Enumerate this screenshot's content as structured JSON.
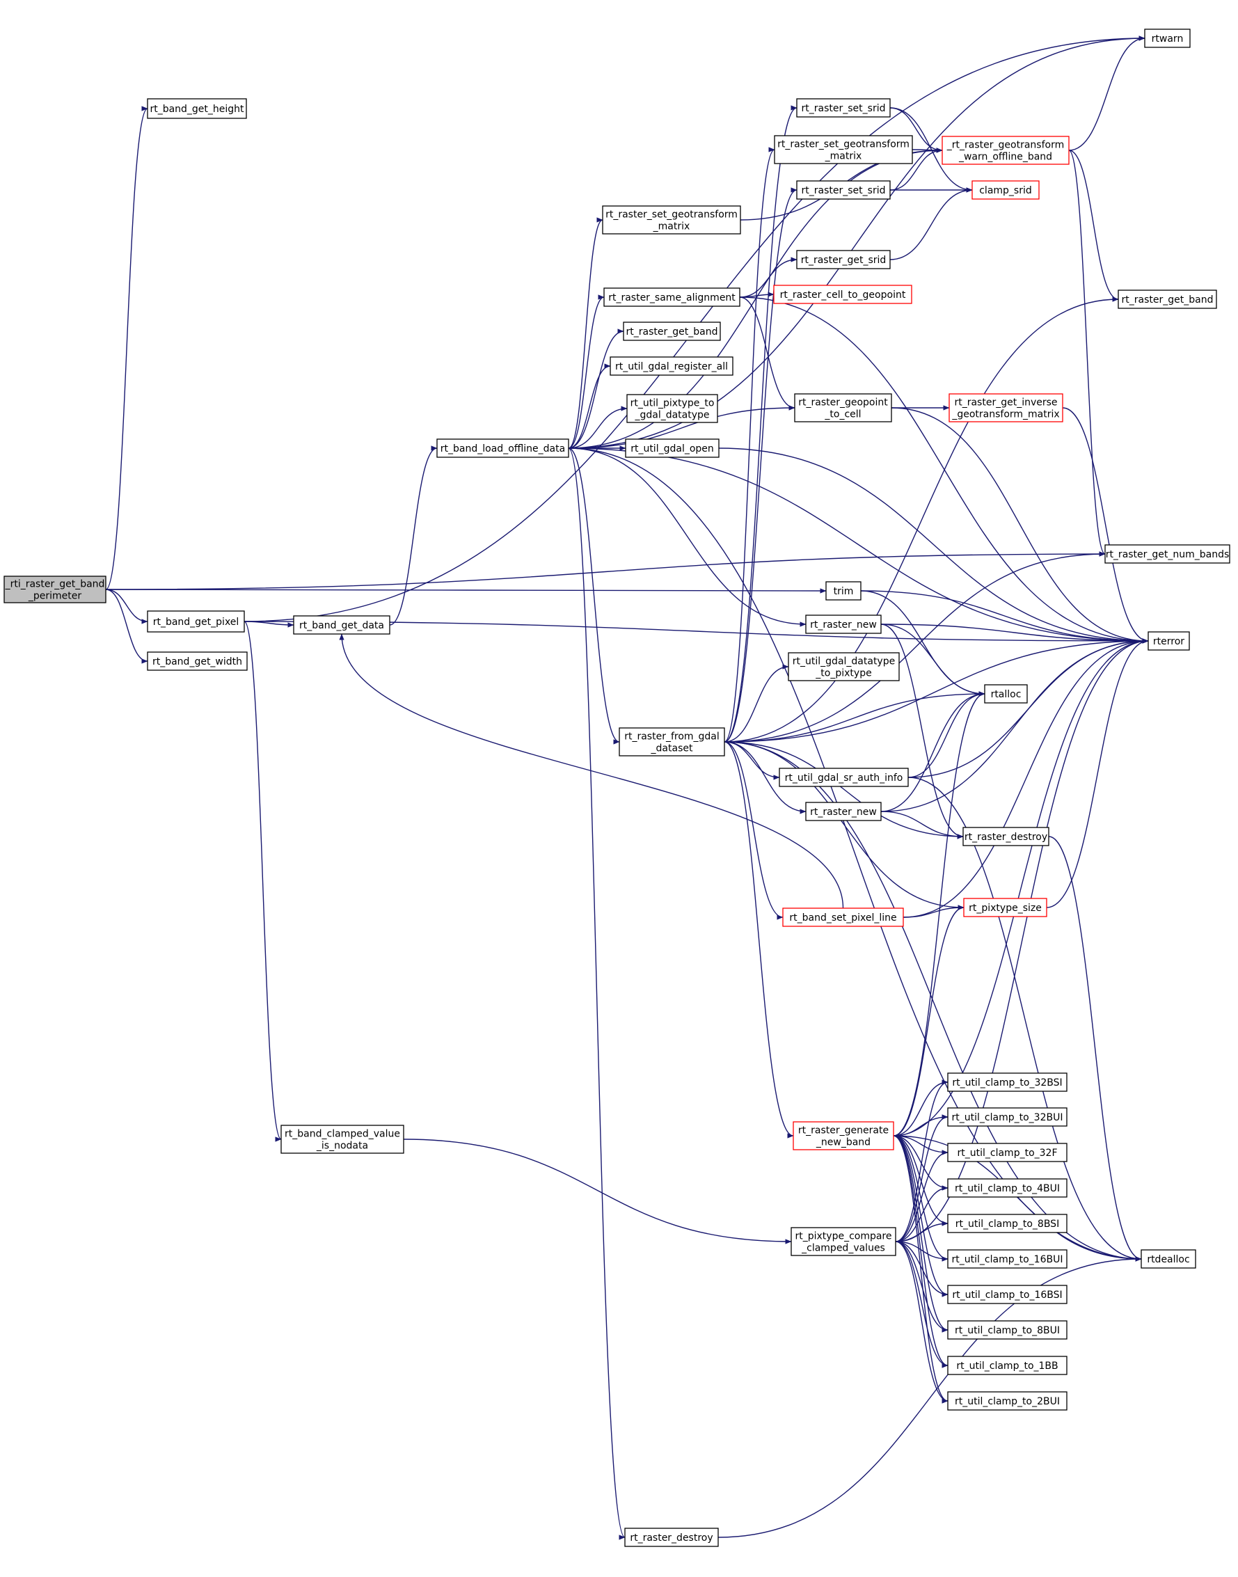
{
  "colors": {
    "edge": "#191970",
    "root_fill": "#bfbfbf",
    "node_border": "#000000",
    "truncated_border": "#ff0000",
    "background": "#ffffff"
  },
  "nodes": [
    {
      "id": "root",
      "lines": [
        "_rti_raster_get_band",
        "_perimeter"
      ],
      "root": true
    },
    {
      "id": "height",
      "lines": [
        "rt_band_get_height"
      ]
    },
    {
      "id": "pixel",
      "lines": [
        "rt_band_get_pixel"
      ]
    },
    {
      "id": "width",
      "lines": [
        "rt_band_get_width"
      ]
    },
    {
      "id": "getdata",
      "lines": [
        "rt_band_get_data"
      ]
    },
    {
      "id": "clampnodata",
      "lines": [
        "rt_band_clamped_value",
        "_is_nodata"
      ]
    },
    {
      "id": "loadoffline",
      "lines": [
        "rt_band_load_offline_data"
      ]
    },
    {
      "id": "setgeo1",
      "lines": [
        "rt_raster_set_geotransform",
        "_matrix"
      ]
    },
    {
      "id": "samealign",
      "lines": [
        "rt_raster_same_alignment"
      ]
    },
    {
      "id": "getband1",
      "lines": [
        "rt_raster_get_band"
      ]
    },
    {
      "id": "gdalreg",
      "lines": [
        "rt_util_gdal_register_all"
      ]
    },
    {
      "id": "pixtogdal",
      "lines": [
        "rt_util_pixtype_to",
        "_gdal_datatype"
      ]
    },
    {
      "id": "gdalopen",
      "lines": [
        "rt_util_gdal_open"
      ]
    },
    {
      "id": "fromgdal",
      "lines": [
        "rt_raster_from_gdal",
        "_dataset"
      ]
    },
    {
      "id": "destroy1",
      "lines": [
        "rt_raster_destroy"
      ]
    },
    {
      "id": "setsrid1",
      "lines": [
        "rt_raster_set_srid"
      ]
    },
    {
      "id": "setgeo2",
      "lines": [
        "rt_raster_set_geotransform",
        "_matrix"
      ]
    },
    {
      "id": "setsrid2",
      "lines": [
        "rt_raster_set_srid"
      ]
    },
    {
      "id": "getsrid",
      "lines": [
        "rt_raster_get_srid"
      ]
    },
    {
      "id": "celltogeo",
      "lines": [
        "rt_raster_cell_to_geopoint"
      ],
      "truncated": true
    },
    {
      "id": "geotocell",
      "lines": [
        "rt_raster_geopoint",
        "_to_cell"
      ]
    },
    {
      "id": "rasternew1",
      "lines": [
        "rt_raster_new"
      ]
    },
    {
      "id": "datatopix",
      "lines": [
        "rt_util_gdal_datatype",
        "_to_pixtype"
      ]
    },
    {
      "id": "srauth",
      "lines": [
        "rt_util_gdal_sr_auth_info"
      ]
    },
    {
      "id": "rasternew2",
      "lines": [
        "rt_raster_new"
      ]
    },
    {
      "id": "setpixline",
      "lines": [
        "rt_band_set_pixel_line"
      ],
      "truncated": true
    },
    {
      "id": "gennewband",
      "lines": [
        "rt_raster_generate",
        "_new_band"
      ],
      "truncated": true
    },
    {
      "id": "compareclamp",
      "lines": [
        "rt_pixtype_compare",
        "_clamped_values"
      ]
    },
    {
      "id": "trim",
      "lines": [
        "trim"
      ]
    },
    {
      "id": "geowarn",
      "lines": [
        "_rt_raster_geotransform",
        "_warn_offline_band"
      ],
      "truncated": true
    },
    {
      "id": "clampsrid",
      "lines": [
        "clamp_srid"
      ],
      "truncated": true
    },
    {
      "id": "invgeo",
      "lines": [
        "rt_raster_get_inverse",
        "_geotransform_matrix"
      ],
      "truncated": true
    },
    {
      "id": "rtalloc",
      "lines": [
        "rtalloc"
      ]
    },
    {
      "id": "destroy2",
      "lines": [
        "rt_raster_destroy"
      ]
    },
    {
      "id": "pixsize",
      "lines": [
        "rt_pixtype_size"
      ],
      "truncated": true
    },
    {
      "id": "c32bsi",
      "lines": [
        "rt_util_clamp_to_32BSI"
      ]
    },
    {
      "id": "c32bui",
      "lines": [
        "rt_util_clamp_to_32BUI"
      ]
    },
    {
      "id": "c32f",
      "lines": [
        "rt_util_clamp_to_32F"
      ]
    },
    {
      "id": "c4bui",
      "lines": [
        "rt_util_clamp_to_4BUI"
      ]
    },
    {
      "id": "c8bsi",
      "lines": [
        "rt_util_clamp_to_8BSI"
      ]
    },
    {
      "id": "c16bui",
      "lines": [
        "rt_util_clamp_to_16BUI"
      ]
    },
    {
      "id": "c16bsi",
      "lines": [
        "rt_util_clamp_to_16BSI"
      ]
    },
    {
      "id": "c8bui",
      "lines": [
        "rt_util_clamp_to_8BUI"
      ]
    },
    {
      "id": "c1bb",
      "lines": [
        "rt_util_clamp_to_1BB"
      ]
    },
    {
      "id": "c2bui",
      "lines": [
        "rt_util_clamp_to_2BUI"
      ]
    },
    {
      "id": "rtwarn",
      "lines": [
        "rtwarn"
      ]
    },
    {
      "id": "getband2",
      "lines": [
        "rt_raster_get_band"
      ]
    },
    {
      "id": "numbands",
      "lines": [
        "rt_raster_get_num_bands"
      ]
    },
    {
      "id": "rterror",
      "lines": [
        "rterror"
      ]
    },
    {
      "id": "rtdealloc",
      "lines": [
        "rtdealloc"
      ]
    }
  ],
  "edges": [
    [
      "root",
      "height"
    ],
    [
      "root",
      "pixel"
    ],
    [
      "root",
      "width"
    ],
    [
      "root",
      "trim"
    ],
    [
      "root",
      "numbands"
    ],
    [
      "pixel",
      "getdata"
    ],
    [
      "pixel",
      "clampnodata"
    ],
    [
      "pixel",
      "rtwarn"
    ],
    [
      "pixel",
      "rterror"
    ],
    [
      "getdata",
      "loadoffline"
    ],
    [
      "clampnodata",
      "compareclamp"
    ],
    [
      "loadoffline",
      "setgeo1"
    ],
    [
      "loadoffline",
      "samealign"
    ],
    [
      "loadoffline",
      "getband1"
    ],
    [
      "loadoffline",
      "gdalreg"
    ],
    [
      "loadoffline",
      "pixtogdal"
    ],
    [
      "loadoffline",
      "gdalopen"
    ],
    [
      "loadoffline",
      "fromgdal"
    ],
    [
      "loadoffline",
      "destroy1"
    ],
    [
      "loadoffline",
      "geotocell"
    ],
    [
      "loadoffline",
      "rasternew1"
    ],
    [
      "loadoffline",
      "geowarn"
    ],
    [
      "loadoffline",
      "rtwarn"
    ],
    [
      "loadoffline",
      "rterror"
    ],
    [
      "loadoffline",
      "rtdealloc"
    ],
    [
      "setgeo1",
      "geowarn"
    ],
    [
      "samealign",
      "getsrid"
    ],
    [
      "samealign",
      "celltogeo"
    ],
    [
      "samealign",
      "geotocell"
    ],
    [
      "samealign",
      "rterror"
    ],
    [
      "gdalopen",
      "rterror"
    ],
    [
      "fromgdal",
      "setsrid1"
    ],
    [
      "fromgdal",
      "setgeo2"
    ],
    [
      "fromgdal",
      "setsrid2"
    ],
    [
      "fromgdal",
      "datatopix"
    ],
    [
      "fromgdal",
      "srauth"
    ],
    [
      "fromgdal",
      "rasternew2"
    ],
    [
      "fromgdal",
      "setpixline"
    ],
    [
      "fromgdal",
      "gennewband"
    ],
    [
      "fromgdal",
      "destroy2"
    ],
    [
      "fromgdal",
      "pixsize"
    ],
    [
      "fromgdal",
      "rtalloc"
    ],
    [
      "fromgdal",
      "rterror"
    ],
    [
      "fromgdal",
      "rtdealloc"
    ],
    [
      "fromgdal",
      "getband2"
    ],
    [
      "fromgdal",
      "numbands"
    ],
    [
      "destroy1",
      "rtdealloc"
    ],
    [
      "setsrid1",
      "geowarn"
    ],
    [
      "setsrid1",
      "clampsrid"
    ],
    [
      "setgeo2",
      "geowarn"
    ],
    [
      "setsrid2",
      "geowarn"
    ],
    [
      "setsrid2",
      "clampsrid"
    ],
    [
      "getsrid",
      "clampsrid"
    ],
    [
      "geotocell",
      "invgeo"
    ],
    [
      "geotocell",
      "rterror"
    ],
    [
      "rasternew1",
      "rtalloc"
    ],
    [
      "rasternew1",
      "rterror"
    ],
    [
      "rasternew1",
      "destroy2"
    ],
    [
      "srauth",
      "rtalloc"
    ],
    [
      "srauth",
      "rterror"
    ],
    [
      "srauth",
      "rtdealloc"
    ],
    [
      "rasternew2",
      "rtalloc"
    ],
    [
      "rasternew2",
      "rterror"
    ],
    [
      "rasternew2",
      "destroy2"
    ],
    [
      "setpixline",
      "getdata"
    ],
    [
      "setpixline",
      "pixsize"
    ],
    [
      "setpixline",
      "rterror"
    ],
    [
      "gennewband",
      "rtalloc"
    ],
    [
      "gennewband",
      "pixsize"
    ],
    [
      "gennewband",
      "rterror"
    ],
    [
      "gennewband",
      "rtdealloc"
    ],
    [
      "gennewband",
      "c32bsi"
    ],
    [
      "gennewband",
      "c32bui"
    ],
    [
      "gennewband",
      "c32f"
    ],
    [
      "gennewband",
      "c4bui"
    ],
    [
      "gennewband",
      "c8bsi"
    ],
    [
      "gennewband",
      "c16bui"
    ],
    [
      "gennewband",
      "c16bsi"
    ],
    [
      "gennewband",
      "c8bui"
    ],
    [
      "gennewband",
      "c1bb"
    ],
    [
      "gennewband",
      "c2bui"
    ],
    [
      "compareclamp",
      "c32bsi"
    ],
    [
      "compareclamp",
      "c32bui"
    ],
    [
      "compareclamp",
      "c32f"
    ],
    [
      "compareclamp",
      "c4bui"
    ],
    [
      "compareclamp",
      "c8bsi"
    ],
    [
      "compareclamp",
      "c16bui"
    ],
    [
      "compareclamp",
      "c16bsi"
    ],
    [
      "compareclamp",
      "c8bui"
    ],
    [
      "compareclamp",
      "c1bb"
    ],
    [
      "compareclamp",
      "c2bui"
    ],
    [
      "compareclamp",
      "rterror"
    ],
    [
      "trim",
      "rtalloc"
    ],
    [
      "trim",
      "rterror"
    ],
    [
      "geowarn",
      "rtwarn"
    ],
    [
      "geowarn",
      "getband2"
    ],
    [
      "geowarn",
      "numbands"
    ],
    [
      "invgeo",
      "rterror"
    ],
    [
      "destroy2",
      "rtdealloc"
    ],
    [
      "pixsize",
      "rterror"
    ]
  ]
}
